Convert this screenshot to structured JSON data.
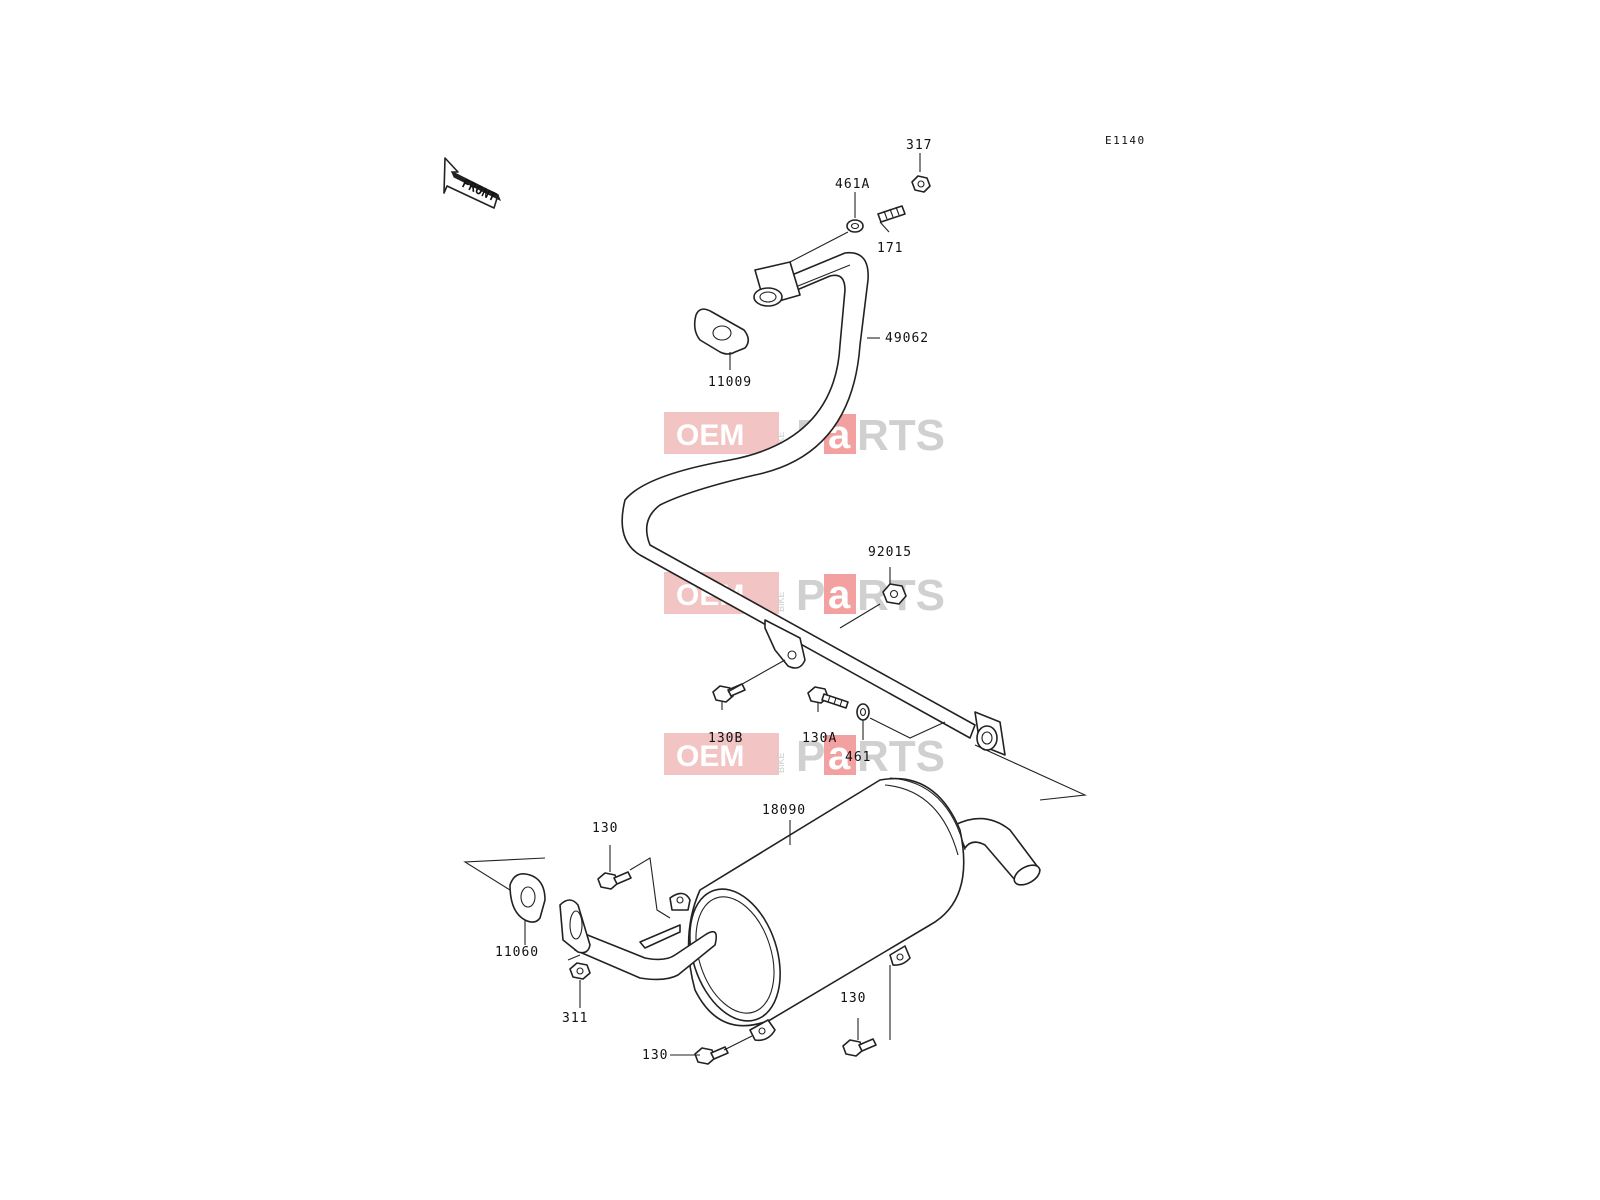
{
  "diagram": {
    "code": "E1140",
    "front_label": "FRONT",
    "watermark": {
      "oem": "OEM",
      "bike": "BIKE",
      "p": "P",
      "a": "a",
      "rts": "RTS"
    },
    "parts": [
      {
        "id": "317"
      },
      {
        "id": "461A"
      },
      {
        "id": "171"
      },
      {
        "id": "49062"
      },
      {
        "id": "11009"
      },
      {
        "id": "92015"
      },
      {
        "id": "130B"
      },
      {
        "id": "130A"
      },
      {
        "id": "461"
      },
      {
        "id": "18090"
      },
      {
        "id": "130"
      },
      {
        "id": "11060"
      },
      {
        "id": "311"
      },
      {
        "id": "130"
      },
      {
        "id": "130"
      }
    ]
  }
}
